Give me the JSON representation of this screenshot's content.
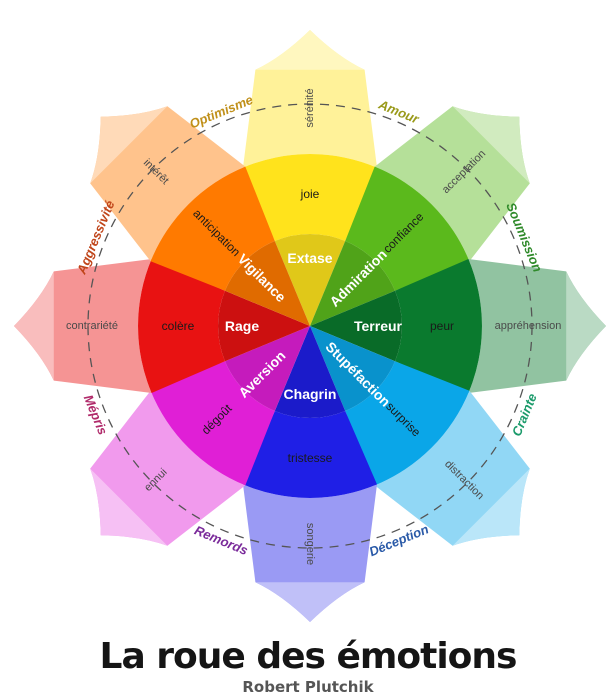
{
  "title": "La roue des émotions",
  "subtitle": "Robert Plutchik",
  "petals": [
    {
      "color": "#ffe31c",
      "inner": "Extase",
      "middle": "joie",
      "outer": "sérénité"
    },
    {
      "color": "#5bb91c",
      "inner": "Admiration",
      "middle": "confiance",
      "outer": "acceptation"
    },
    {
      "color": "#0a7a2e",
      "inner": "Terreur",
      "middle": "peur",
      "outer": "appréhension"
    },
    {
      "color": "#0aa6e8",
      "inner": "Stupéfaction",
      "middle": "surprise",
      "outer": "distraction"
    },
    {
      "color": "#1f1fe6",
      "inner": "Chagrin",
      "middle": "tristesse",
      "outer": "songerie"
    },
    {
      "color": "#e01fd6",
      "inner": "Aversion",
      "middle": "dégoût",
      "outer": "ennui"
    },
    {
      "color": "#e81212",
      "inner": "Rage",
      "middle": "colère",
      "outer": "contrariété"
    },
    {
      "color": "#ff7a00",
      "inner": "Vigilance",
      "middle": "anticipation",
      "outer": "intérêt"
    }
  ],
  "dyads": [
    {
      "label": "Amour",
      "color": "#9a9a1a"
    },
    {
      "label": "Soumission",
      "color": "#2f8a2a"
    },
    {
      "label": "Crainte",
      "color": "#1a9a6a"
    },
    {
      "label": "Déception",
      "color": "#2a5aa8"
    },
    {
      "label": "Remords",
      "color": "#7a2a9a"
    },
    {
      "label": "Mépris",
      "color": "#b02a6a"
    },
    {
      "label": "Aggressivité",
      "color": "#c0451a"
    },
    {
      "label": "Optimisme",
      "color": "#c0901a"
    }
  ]
}
